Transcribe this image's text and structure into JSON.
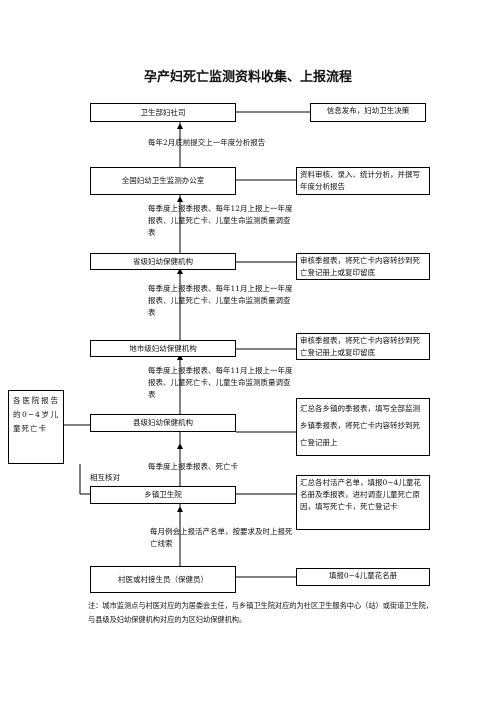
{
  "title": "孕产妇死亡监测资料收集、上报流程",
  "left_boxes": [
    "卫生部妇社司",
    "全国妇幼卫生监测办公室",
    "省级妇幼保健机构",
    "地市级妇幼保健机构",
    "县级妇幼保健机构",
    "乡镇卫生院",
    "村医或村接生员（保健员）"
  ],
  "right_boxes": [
    "信息发布，妇幼卫生决策",
    "资料审核、录入、统计分析，并撰写年度分析报告",
    "审核季报表，将死亡卡内容转抄到死亡登记册上或复印留底",
    "审核季报表，将死亡卡内容转抄到死亡登记册上或复印留底",
    "汇总各乡镇的季报表，填写全部监测乡镇季报表，将死亡卡内容转抄到死亡登记册上",
    "汇总各村活产名单，填报0~4儿童花名册及季报表，进村调查儿童死亡原因，填写死亡卡，死亡登记卡",
    "填报0~4儿童花名册"
  ],
  "notes": [
    "每年2月底前提交上一年度分析报告",
    "每季度上报季报表、每年12月上报上一年度报表、儿童死亡卡、儿童生命监测质量调查表",
    "每季度上报季报表、每年11月上报上一年度报表、儿童死亡卡、儿童生命监测质量调查表",
    "每季度上报季报表、每年11月上报上一年度报表、儿童死亡卡、儿童生命监测质量调查表",
    "每季度上报季报表、死亡卡",
    "每月例会上报活产名单，按要求及时上报死亡线索"
  ],
  "side_box": "各医院报告的0~4岁儿童死亡卡",
  "cross_check": "相互核对",
  "footer": "注：城市监测点与村医对应的为居委会主任，与乡镇卫生院对应的为社区卫生服务中心（站）或街道卫生院，与县级及妇幼保健机构对应的为区妇幼保健机构。"
}
